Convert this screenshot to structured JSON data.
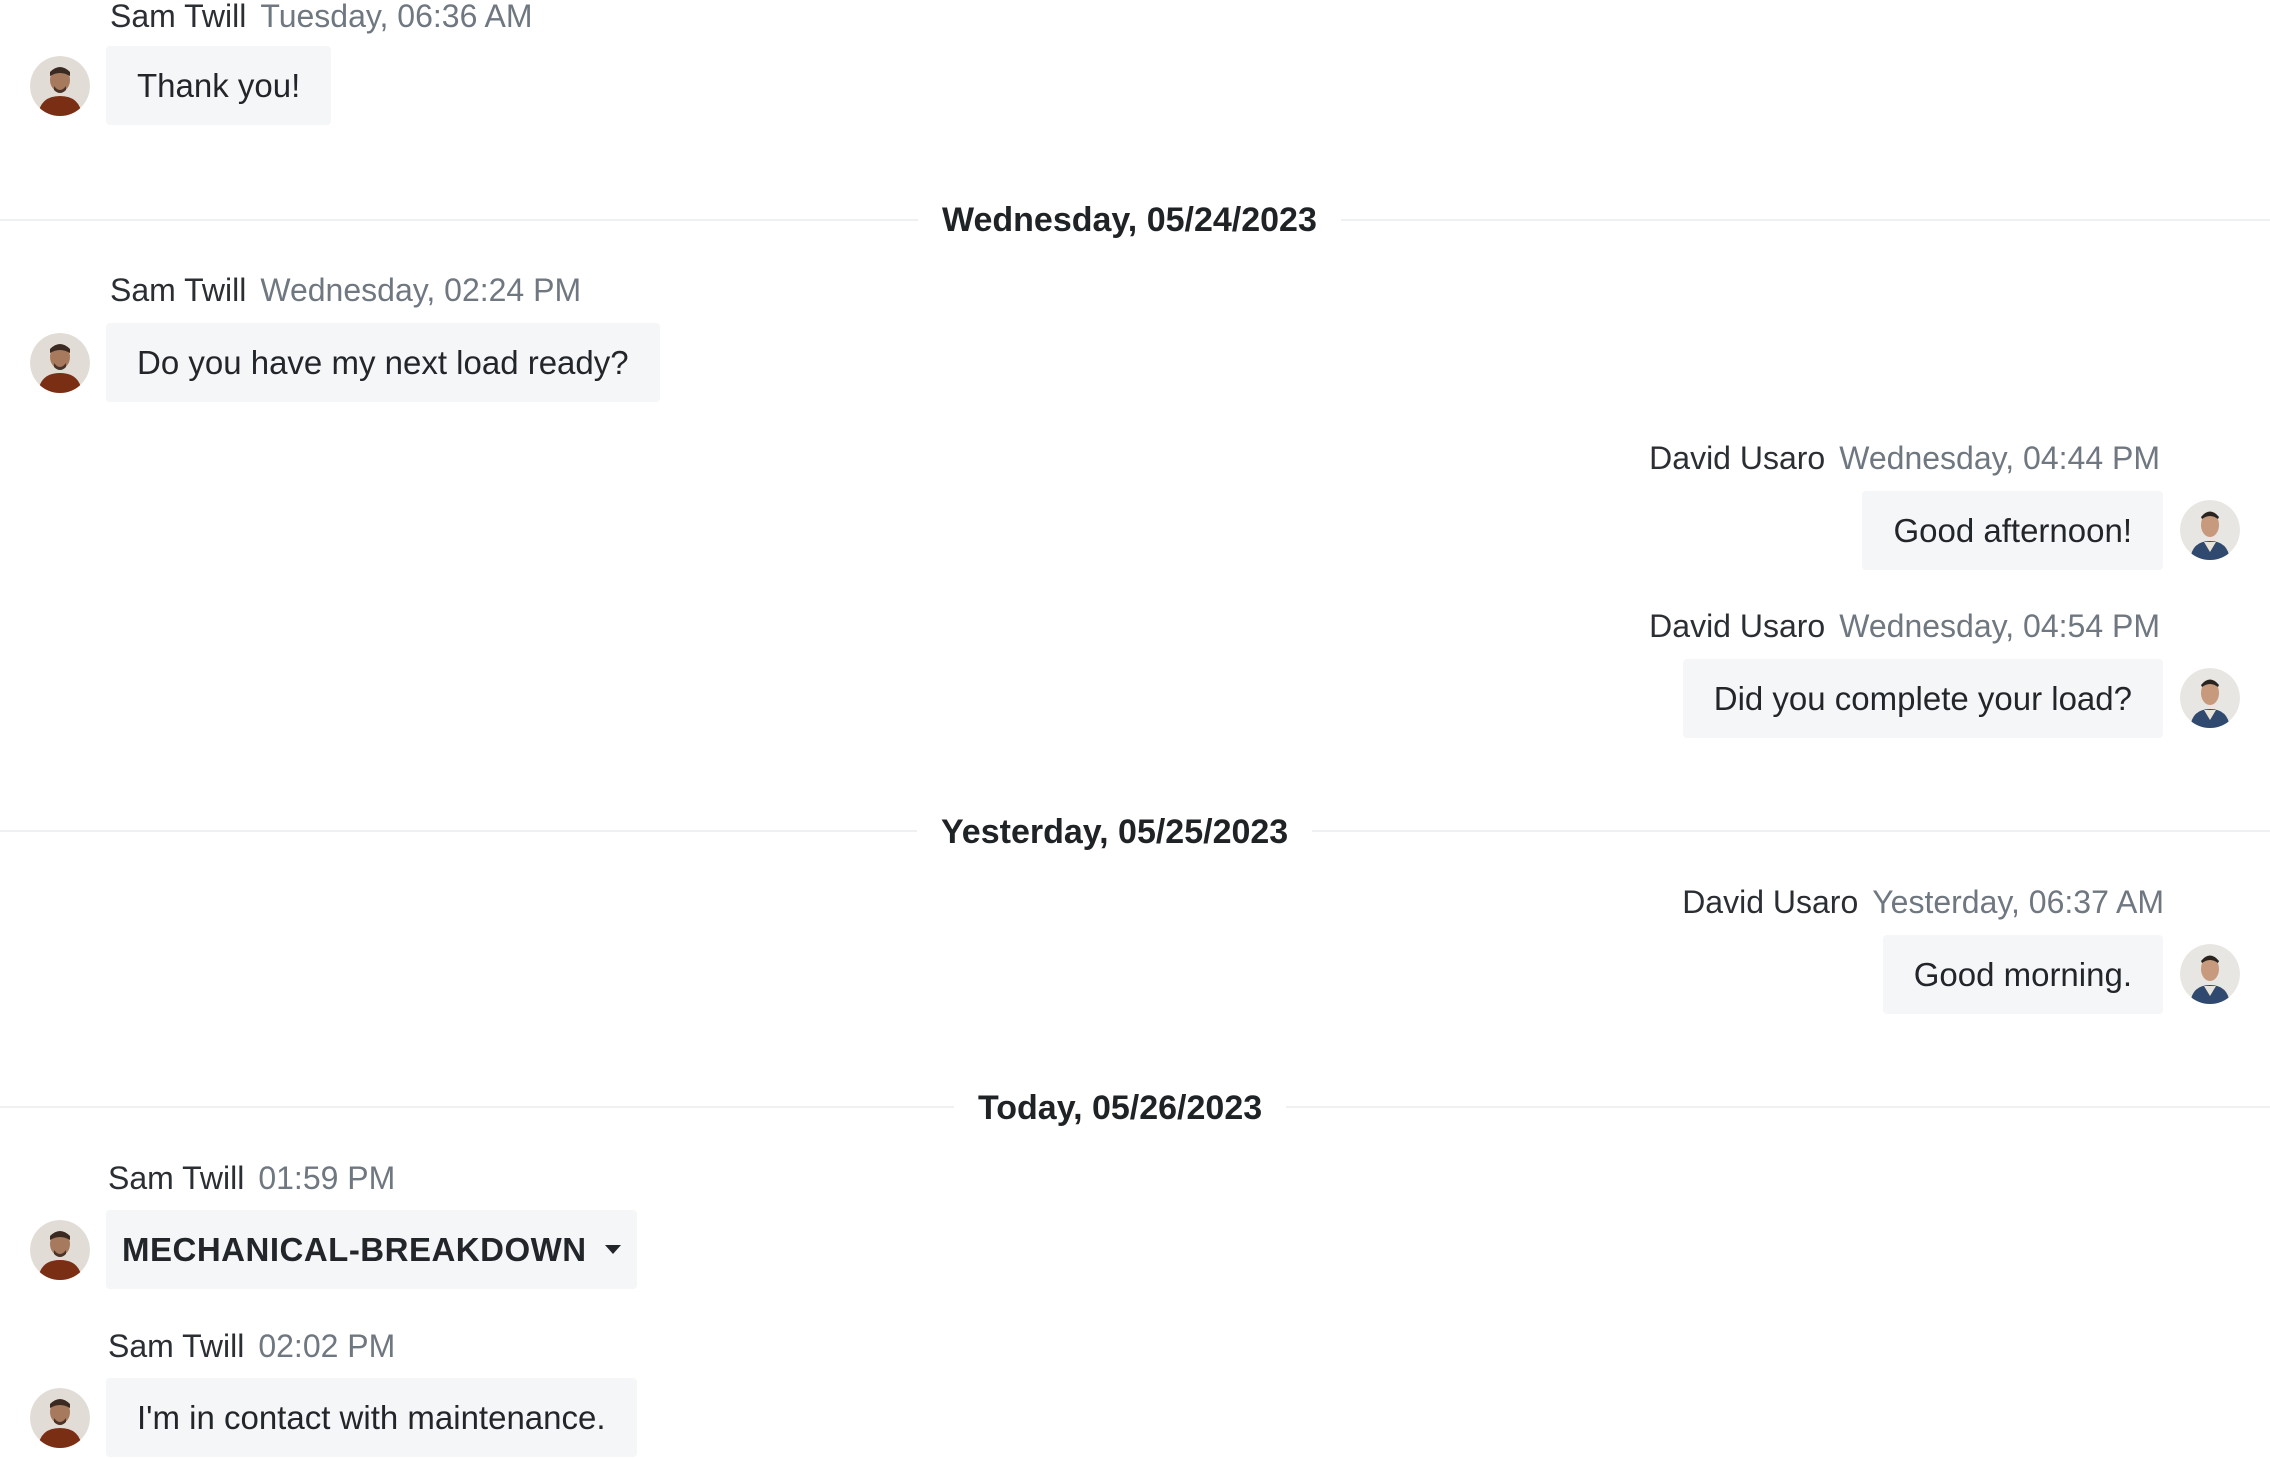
{
  "messages": [
    {
      "sender": "Sam Twill",
      "time": "Tuesday, 06:36 AM",
      "text": "Thank you!"
    },
    {
      "sender": "Sam Twill",
      "time": "Wednesday, 02:24 PM",
      "text": "Do you have my next load ready?"
    },
    {
      "sender": "David Usaro",
      "time": "Wednesday, 04:44 PM",
      "text": "Good afternoon!"
    },
    {
      "sender": "David Usaro",
      "time": "Wednesday, 04:54 PM",
      "text": "Did you complete your load?"
    },
    {
      "sender": "David Usaro",
      "time": "Yesterday, 06:37 AM",
      "text": "Good morning."
    },
    {
      "sender": "Sam Twill",
      "time": "01:59 PM",
      "text": "MECHANICAL-BREAKDOWN"
    },
    {
      "sender": "Sam Twill",
      "time": "02:02 PM",
      "text": "I'm in contact with maintenance."
    }
  ],
  "dividers": [
    "Wednesday, 05/24/2023",
    "Yesterday, 05/25/2023",
    "Today, 05/26/2023"
  ],
  "icons": {
    "avatar_left": "person-avatar-icon",
    "avatar_right": "person-avatar-icon",
    "dropdown": "caret-down-icon"
  }
}
